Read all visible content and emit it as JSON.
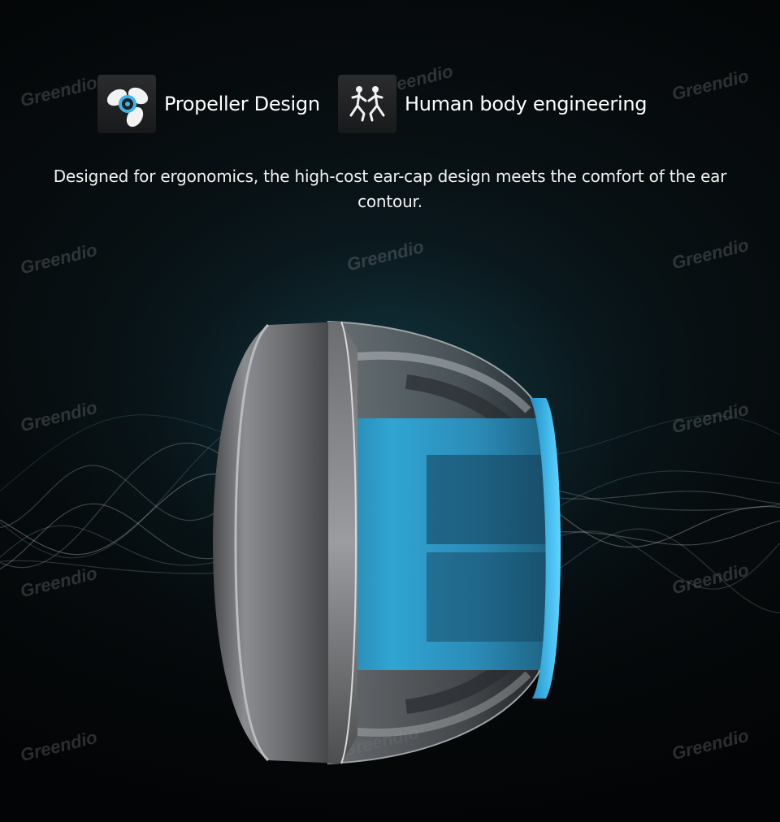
{
  "features": [
    {
      "label": "Propeller Design",
      "icon": "propeller-icon"
    },
    {
      "label": "Human body engineering",
      "icon": "runners-icon"
    }
  ],
  "headline": "Designed for ergonomics, the high-cost ear-cap design meets the comfort of the ear contour.",
  "watermark": "Greendio",
  "colors": {
    "accent_blue": "#2fa8d8",
    "cap_gray": "#7a7c7e",
    "background": "#050607"
  }
}
